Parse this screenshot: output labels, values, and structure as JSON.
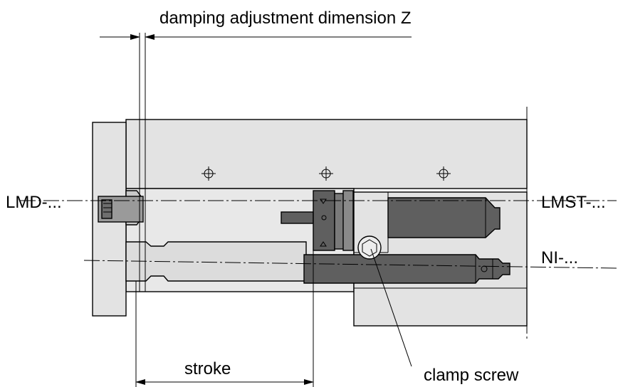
{
  "labels": {
    "damping": "damping adjustment dimension Z",
    "lmd": "LMD-...",
    "lmst": "LMST-...",
    "ni": "NI-...",
    "stroke": "stroke",
    "clamp": "clamp screw"
  },
  "colors": {
    "light_part": "#e3e3e3",
    "mid_part": "#c9c9c9",
    "dark_part": "#5f5f5f",
    "line": "#000000"
  }
}
